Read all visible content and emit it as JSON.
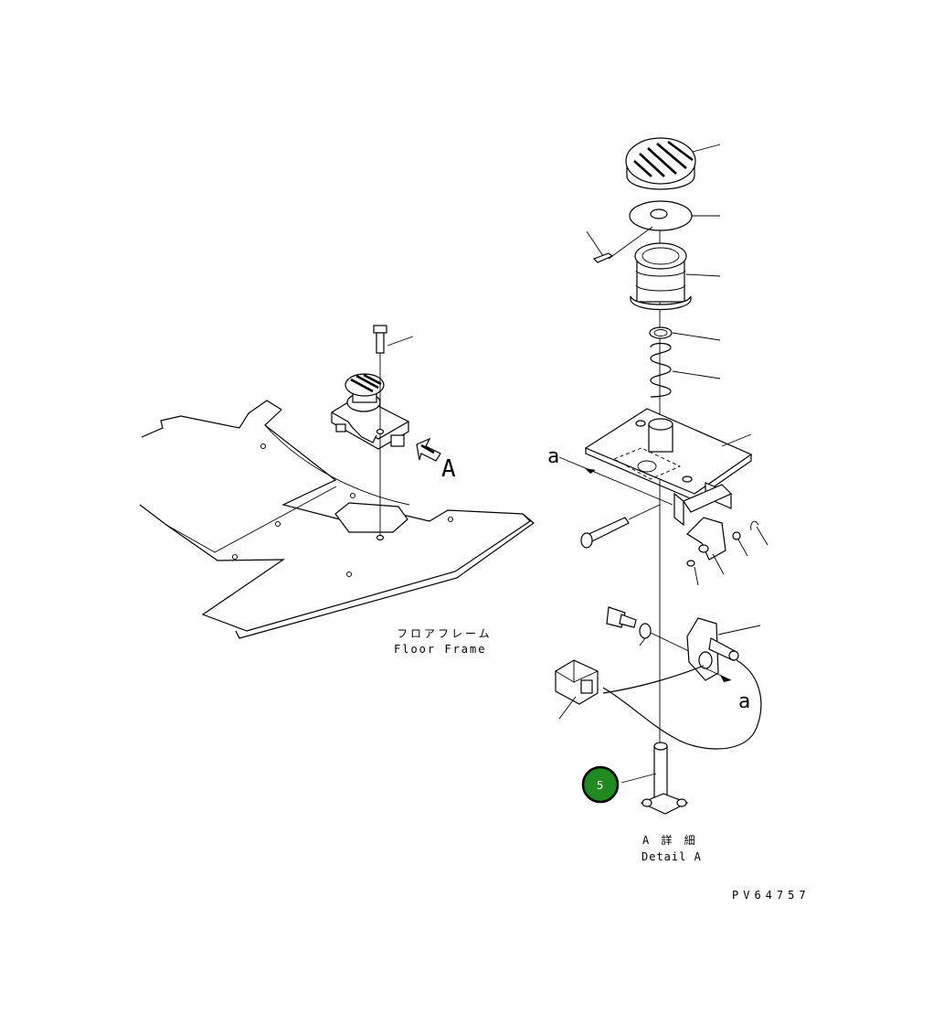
{
  "labels": {
    "floor_frame_jp": "フロアフレーム",
    "floor_frame_en": "Floor Frame",
    "view_arrow_letter": "A",
    "detail_jp": "A 詳 細",
    "detail_en": "Detail A",
    "section_a_top": "a",
    "section_a_bottom": "a",
    "drawing_number": "PV64757"
  },
  "callout": {
    "number": "5",
    "fill_color": "#1f8a1f",
    "border_color": "#000000",
    "text_color": "#ffffff"
  },
  "icons": {
    "view_arrow": "hollow-block-arrow-icon"
  }
}
